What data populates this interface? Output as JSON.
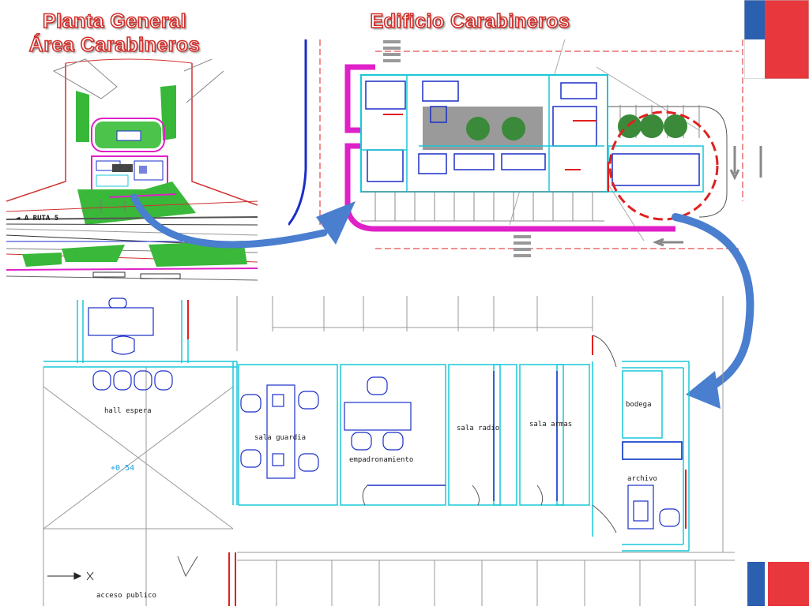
{
  "titles": {
    "site_plan_line1": "Planta General",
    "site_plan_line2": "Área Carabineros",
    "building": "Edificio Carabineros"
  },
  "site_plan": {
    "road_label": "◄ A RUTA 5"
  },
  "floor_plan": {
    "rooms": {
      "hall": "hall espera",
      "guard_room": "sala guardia",
      "registry": "empadronamiento",
      "radio_room": "sala radio",
      "arms_room": "sala armas",
      "storage": "bodega",
      "archive": "archivo",
      "public_access": "acceso publico"
    },
    "level_mark": "+0.54"
  },
  "colors": {
    "title_outline": "#d0302c",
    "flag_blue": "#2b5fb0",
    "flag_red": "#e8383d",
    "wall_cyan": "#19c8d8",
    "furniture_blue": "#1a2ec8",
    "perimeter_magenta": "#e020c8",
    "highlight_red": "#e02020",
    "arrow_blue": "#4a7ecf"
  }
}
